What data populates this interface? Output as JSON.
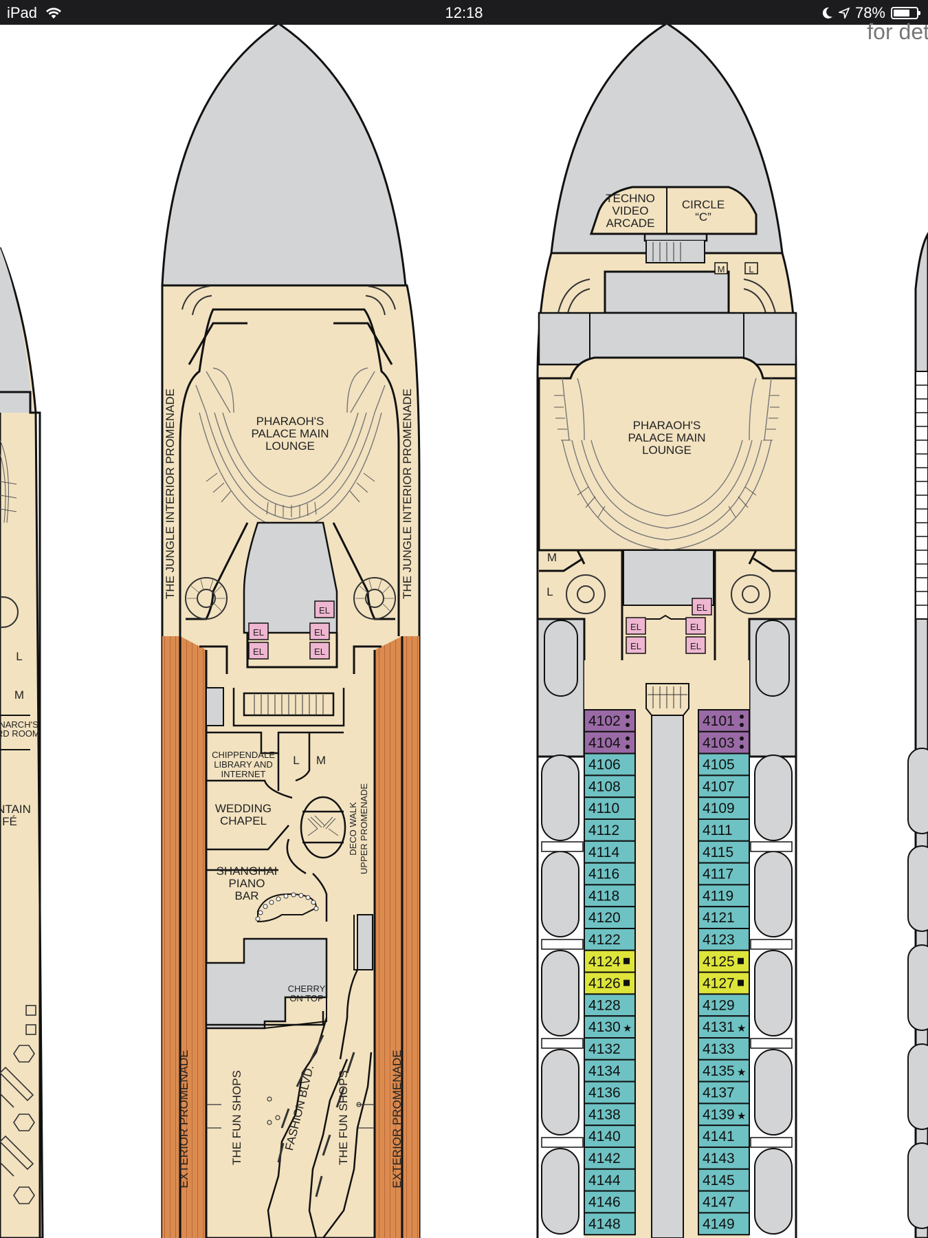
{
  "status_bar": {
    "device": "iPad",
    "time": "12:18",
    "battery": "78%",
    "battery_level": 0.78
  },
  "corner_text": "for det",
  "colors": {
    "hull_tan": "#f2e2c0",
    "bow_gray": "#d3d4d6",
    "promenade_orange": "#dc8b4f",
    "cabin_teal": "#6fc2c3",
    "cabin_purple": "#9a6aa6",
    "cabin_yellow": "#dde43a",
    "elevator_pink": "#efb6d1"
  },
  "deck_left_partial": {
    "labels": [
      "L",
      "M",
      "ONARCH'S",
      "ARD ROOM",
      "NTAIN",
      "FÉ"
    ]
  },
  "deck_middle": {
    "lounge": [
      "PHARAOH'S",
      "PALACE MAIN",
      "LOUNGE"
    ],
    "promenade_vertical": "THE JUNGLE INTERIOR PROMENADE",
    "library": [
      "CHIPPENDALE",
      "LIBRARY AND",
      "INTERNET"
    ],
    "chapel": [
      "WEDDING",
      "CHAPEL"
    ],
    "piano_bar": [
      "SHANGHAI",
      "PIANO",
      "BAR"
    ],
    "cherry": [
      "CHERRY",
      "ON TOP"
    ],
    "deco_walk": [
      "DECO WALK",
      "UPPER PROMENADE"
    ],
    "fun_shops": "THE FUN SHOPS",
    "fashion": "FASHION BLVD.",
    "exterior": "EXTERIOR PROMENADE",
    "el": "EL",
    "l": "L",
    "m": "M"
  },
  "deck_right": {
    "arcade": [
      "TECHNO",
      "VIDEO",
      "ARCADE"
    ],
    "circle": [
      "CIRCLE",
      "“C”"
    ],
    "lounge": [
      "PHARAOH'S",
      "PALACE MAIN",
      "LOUNGE"
    ],
    "el": "EL",
    "l": "L",
    "m": "M",
    "cabins_left": [
      {
        "n": "4102",
        "t": "purple",
        "m": "dots"
      },
      {
        "n": "4104",
        "t": "purple",
        "m": "dots"
      },
      {
        "n": "4106",
        "t": "teal",
        "m": ""
      },
      {
        "n": "4108",
        "t": "teal",
        "m": ""
      },
      {
        "n": "4110",
        "t": "teal",
        "m": ""
      },
      {
        "n": "4112",
        "t": "teal",
        "m": ""
      },
      {
        "n": "4114",
        "t": "teal",
        "m": ""
      },
      {
        "n": "4116",
        "t": "teal",
        "m": ""
      },
      {
        "n": "4118",
        "t": "teal",
        "m": ""
      },
      {
        "n": "4120",
        "t": "teal",
        "m": ""
      },
      {
        "n": "4122",
        "t": "teal",
        "m": ""
      },
      {
        "n": "4124",
        "t": "yellow",
        "m": "square"
      },
      {
        "n": "4126",
        "t": "yellow",
        "m": "square"
      },
      {
        "n": "4128",
        "t": "teal",
        "m": ""
      },
      {
        "n": "4130",
        "t": "teal",
        "m": "star"
      },
      {
        "n": "4132",
        "t": "teal",
        "m": ""
      },
      {
        "n": "4134",
        "t": "teal",
        "m": ""
      },
      {
        "n": "4136",
        "t": "teal",
        "m": ""
      },
      {
        "n": "4138",
        "t": "teal",
        "m": ""
      },
      {
        "n": "4140",
        "t": "teal",
        "m": ""
      },
      {
        "n": "4142",
        "t": "teal",
        "m": ""
      },
      {
        "n": "4144",
        "t": "teal",
        "m": ""
      },
      {
        "n": "4146",
        "t": "teal",
        "m": ""
      },
      {
        "n": "4148",
        "t": "teal",
        "m": ""
      }
    ],
    "cabins_right": [
      {
        "n": "4101",
        "t": "purple",
        "m": "dots"
      },
      {
        "n": "4103",
        "t": "purple",
        "m": "dots"
      },
      {
        "n": "4105",
        "t": "teal",
        "m": ""
      },
      {
        "n": "4107",
        "t": "teal",
        "m": ""
      },
      {
        "n": "4109",
        "t": "teal",
        "m": ""
      },
      {
        "n": "4111",
        "t": "teal",
        "m": ""
      },
      {
        "n": "4115",
        "t": "teal",
        "m": ""
      },
      {
        "n": "4117",
        "t": "teal",
        "m": ""
      },
      {
        "n": "4119",
        "t": "teal",
        "m": ""
      },
      {
        "n": "4121",
        "t": "teal",
        "m": ""
      },
      {
        "n": "4123",
        "t": "teal",
        "m": ""
      },
      {
        "n": "4125",
        "t": "yellow",
        "m": "square"
      },
      {
        "n": "4127",
        "t": "yellow",
        "m": "square"
      },
      {
        "n": "4129",
        "t": "teal",
        "m": ""
      },
      {
        "n": "4131",
        "t": "teal",
        "m": "star"
      },
      {
        "n": "4133",
        "t": "teal",
        "m": ""
      },
      {
        "n": "4135",
        "t": "teal",
        "m": "star"
      },
      {
        "n": "4137",
        "t": "teal",
        "m": ""
      },
      {
        "n": "4139",
        "t": "teal",
        "m": "star"
      },
      {
        "n": "4141",
        "t": "teal",
        "m": ""
      },
      {
        "n": "4143",
        "t": "teal",
        "m": ""
      },
      {
        "n": "4145",
        "t": "teal",
        "m": ""
      },
      {
        "n": "4147",
        "t": "teal",
        "m": ""
      },
      {
        "n": "4149",
        "t": "teal",
        "m": ""
      }
    ]
  }
}
